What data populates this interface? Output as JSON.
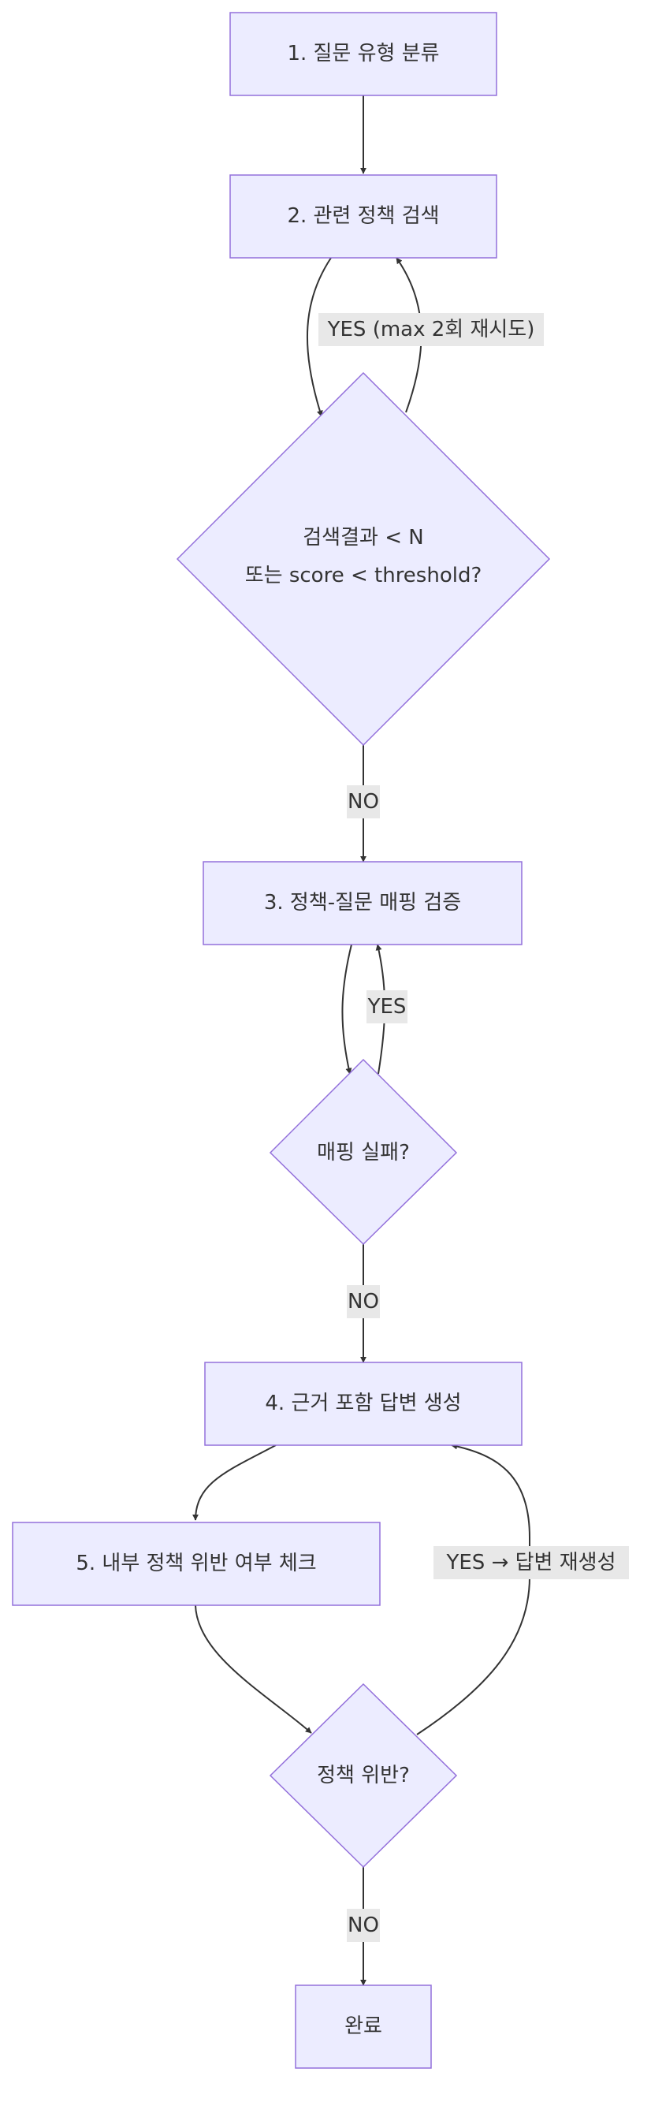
{
  "nodes": {
    "classify": "1. 질문 유형 분류",
    "search": "2. 관련 정책 검색",
    "search_check_line1": "검색결과 < N",
    "search_check_line2": "또는 score < threshold?",
    "mapping_verify": "3. 정책-질문 매핑 검증",
    "mapping_check": "매핑 실패?",
    "generate": "4. 근거 포함 답변 생성",
    "violation_check": "5. 내부 정책 위반 여부 체크",
    "violation_decision": "정책 위반?",
    "done": "완료"
  },
  "edges": {
    "search_retry": "YES (max 2회 재시도)",
    "search_no": "NO",
    "mapping_yes": "YES",
    "mapping_no": "NO",
    "violation_yes": "YES → 답변 재생성",
    "violation_no": "NO"
  },
  "colors": {
    "node_fill": "#ECECFF",
    "node_stroke": "#9370DB",
    "edge": "#333333",
    "label_bg": "#e8e8e8"
  }
}
